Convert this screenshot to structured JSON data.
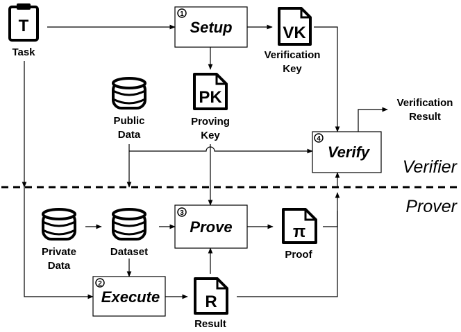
{
  "task": {
    "label": "Task",
    "icon": "clipboard-icon",
    "icon_text": "T"
  },
  "steps": {
    "setup": {
      "number": "1",
      "title": "Setup"
    },
    "execute": {
      "number": "2",
      "title": "Execute"
    },
    "prove": {
      "number": "3",
      "title": "Prove"
    },
    "verify": {
      "number": "4",
      "title": "Verify"
    }
  },
  "documents": {
    "verification_key": {
      "icon_text": "VK",
      "label_line1": "Verification",
      "label_line2": "Key"
    },
    "proving_key": {
      "icon_text": "PK",
      "label_line1": "Proving",
      "label_line2": "Key"
    },
    "proof": {
      "icon_text": "π",
      "label": "Proof"
    },
    "result": {
      "icon_text": "R",
      "label": "Result"
    }
  },
  "databases": {
    "public_data": {
      "icon": "database-icon",
      "label_line1": "Public",
      "label_line2": "Data"
    },
    "private_data": {
      "icon": "database-icon",
      "label_line1": "Private",
      "label_line2": "Data"
    },
    "dataset": {
      "icon": "database-icon",
      "label": "Dataset"
    }
  },
  "output": {
    "label_line1": "Verification",
    "label_line2": "Result"
  },
  "regions": {
    "verifier": "Verifier",
    "prover": "Prover"
  }
}
